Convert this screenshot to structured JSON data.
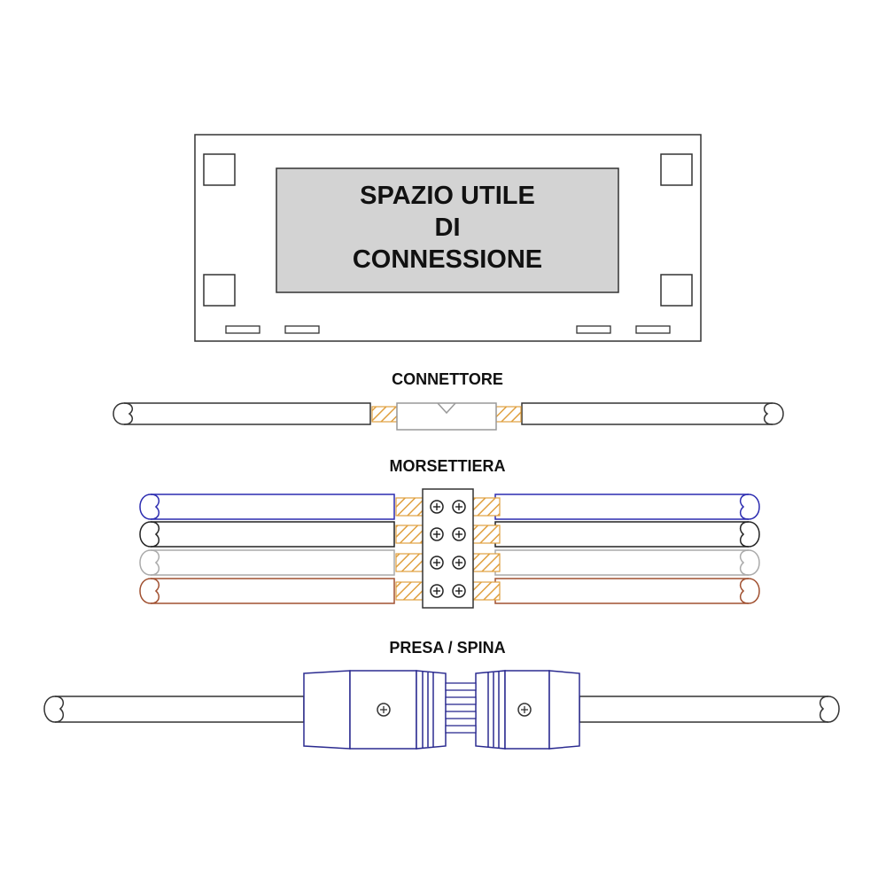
{
  "box": {
    "lines": [
      "SPAZIO UTILE",
      "DI",
      "CONNESSIONE"
    ]
  },
  "sections": {
    "connettore": "CONNETTORE",
    "morsettiera": "MORSETTIERA",
    "presa_spina": "PRESA / SPINA"
  },
  "colors": {
    "outline": "#333333",
    "panel_fill": "#d3d3d3",
    "copper": "#e0a040",
    "wire_blue": "#2b2bb0",
    "wire_black": "#222222",
    "wire_gray": "#aaaaaa",
    "wire_brown": "#a05030",
    "plug": "#2b2b90"
  }
}
